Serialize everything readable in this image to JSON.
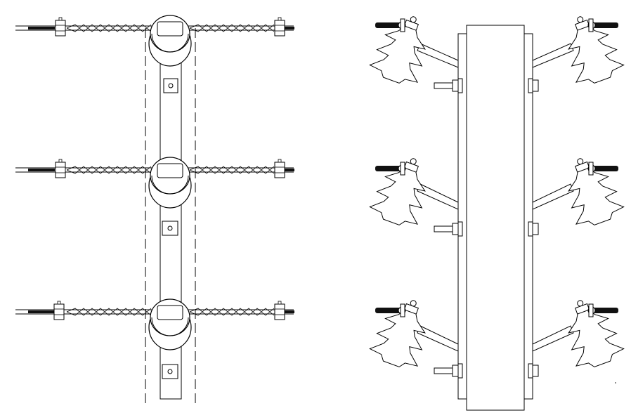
{
  "drawing": {
    "line_color": "#000000",
    "fill_gray": "#cfcfcf",
    "dark_fill": "#111111",
    "background": "#ffffff"
  },
  "top_view": {
    "crossarm_count": 3,
    "clamps_per_conductor": 2
  },
  "side_view": {
    "insulator_count": 6,
    "mounting_bolt_count": 6
  }
}
